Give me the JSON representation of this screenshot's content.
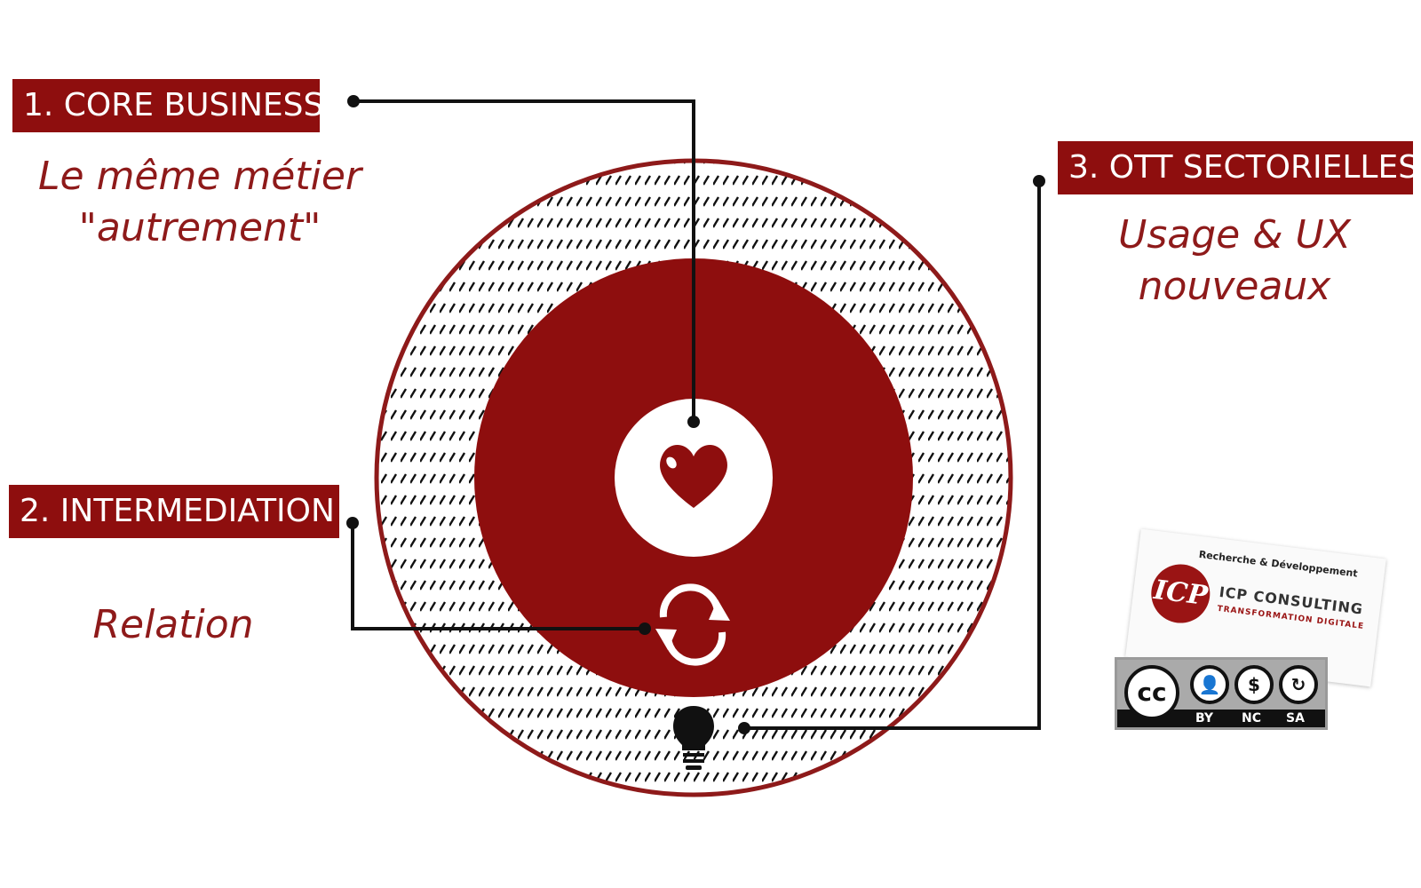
{
  "labels": [
    {
      "title": "1. CORE BUSINESS",
      "subtitle_lines": [
        "Le même métier",
        "\"autrement\""
      ]
    },
    {
      "title": "2. INTERMEDIATION",
      "subtitle_lines": [
        "Relation"
      ]
    },
    {
      "title": "3. OTT SECTORIELLES",
      "subtitle_lines": [
        "Usage & UX",
        "nouveaux"
      ]
    }
  ],
  "icons": {
    "center": "heart-icon",
    "middle": "refresh-icon",
    "outer": "lightbulb-icon"
  },
  "colors": {
    "brand_red": "#8e0e0e",
    "text_red": "#8e1a1a",
    "outer_ring_border": "#8e1a1a",
    "connector": "#111111"
  },
  "rd_card": {
    "title": "Recherche & Développement",
    "logo": "ICP",
    "name": "ICP CONSULTING",
    "subtitle": "TRANSFORMATION DIGITALE"
  },
  "license": {
    "main": "cc",
    "items": [
      "BY",
      "NC",
      "SA"
    ]
  }
}
